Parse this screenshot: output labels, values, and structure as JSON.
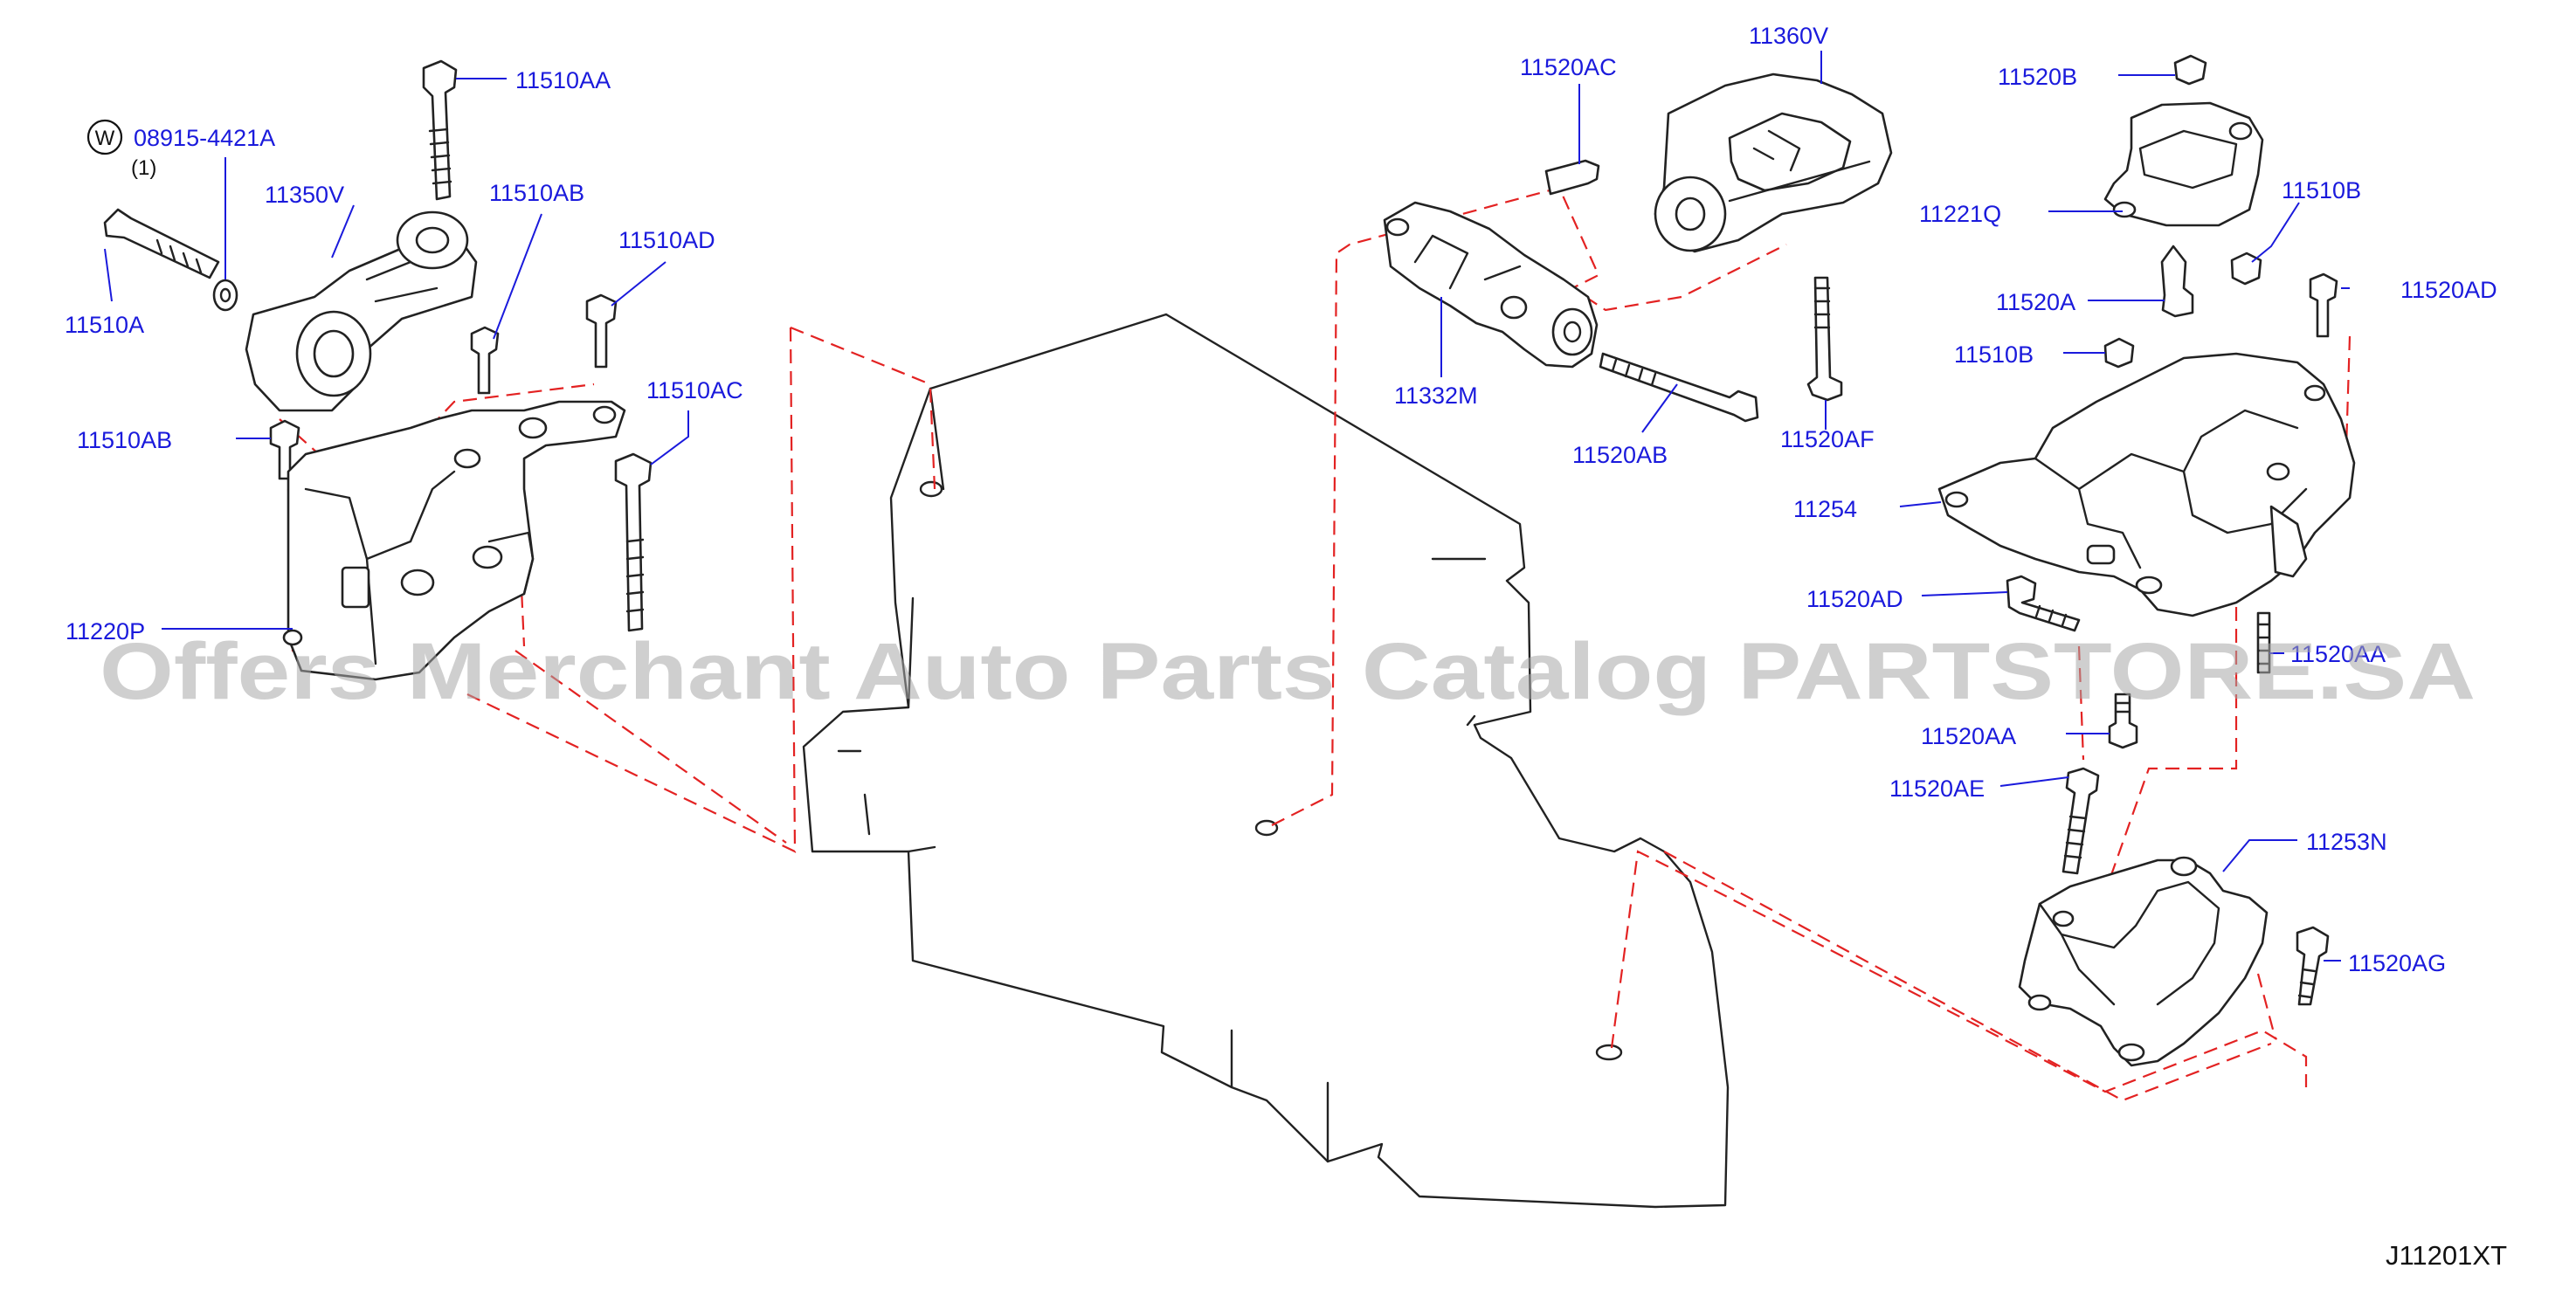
{
  "callouts": [
    {
      "id": "11510AA_top",
      "text": "11510AA"
    },
    {
      "id": "08915",
      "text": "08915-4421A"
    },
    {
      "id": "11350V",
      "text": "11350V"
    },
    {
      "id": "11510AB_top",
      "text": "11510AB"
    },
    {
      "id": "11510AD_top",
      "text": "11510AD"
    },
    {
      "id": "11510A",
      "text": "11510A"
    },
    {
      "id": "11510AB_left",
      "text": "11510AB"
    },
    {
      "id": "11510AC",
      "text": "11510AC"
    },
    {
      "id": "11220P",
      "text": "11220P"
    },
    {
      "id": "11520AC",
      "text": "11520AC"
    },
    {
      "id": "11360V",
      "text": "11360V"
    },
    {
      "id": "11332M",
      "text": "11332M"
    },
    {
      "id": "11520AB",
      "text": "11520AB"
    },
    {
      "id": "11520AF",
      "text": "11520AF"
    },
    {
      "id": "11520B",
      "text": "11520B"
    },
    {
      "id": "11221Q",
      "text": "11221Q"
    },
    {
      "id": "11510B_top",
      "text": "11510B"
    },
    {
      "id": "11520A",
      "text": "11520A"
    },
    {
      "id": "11520AD_right",
      "text": "11520AD"
    },
    {
      "id": "11510B_mid",
      "text": "11510B"
    },
    {
      "id": "11254",
      "text": "11254"
    },
    {
      "id": "11520AD_mid",
      "text": "11520AD"
    },
    {
      "id": "11520AA_right",
      "text": "11520AA"
    },
    {
      "id": "11520AA_mid",
      "text": "11520AA"
    },
    {
      "id": "11520AE",
      "text": "11520AE"
    },
    {
      "id": "11253N",
      "text": "11253N"
    },
    {
      "id": "11520AG",
      "text": "11520AG"
    }
  ],
  "washer_symbol": "W",
  "washer_qty": "(1)",
  "diagram_code": "J11201XT",
  "watermark": "Offers Merchant Auto Parts Catalog PARTSTORE.SA",
  "colors": {
    "callout": "#1a1adc",
    "leader_dash": "#e32222",
    "line": "#222222",
    "watermark": "#a8a8a8"
  }
}
